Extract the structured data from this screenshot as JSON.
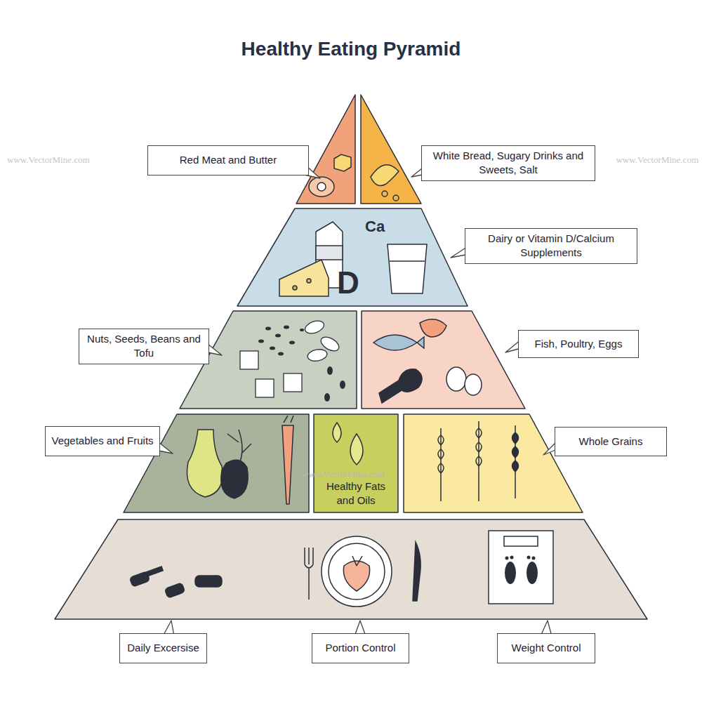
{
  "diagram": {
    "title": "Healthy Eating Pyramid",
    "nodes": [
      {
        "text": [
          "Red Meat and Butter"
        ]
      },
      {
        "text": [
          "White Bread, Sugary Drinks and Sweets, Salt"
        ]
      },
      {
        "text": [
          "Dairy or Vitamin D/Calcium Supplements"
        ]
      },
      {
        "text": [
          "Nuts, Seeds, Beans and Tofu"
        ]
      },
      {
        "text": [
          "Fish, Poultry, Eggs"
        ]
      },
      {
        "text": [
          "Vegetables and Fruits"
        ]
      },
      {
        "text": [
          "Healthy Fats and Oils"
        ]
      },
      {
        "text": [
          "Whole Grains"
        ]
      },
      {
        "text": [
          "Daily Excersise"
        ]
      },
      {
        "text": [
          "Portion Control"
        ]
      },
      {
        "text": [
          "Weight Control"
        ]
      }
    ],
    "labels": [
      "Ca",
      "D",
      "www.VectorMine.com",
      "www.VectorMine.com",
      "www.VectorMine.com"
    ]
  }
}
